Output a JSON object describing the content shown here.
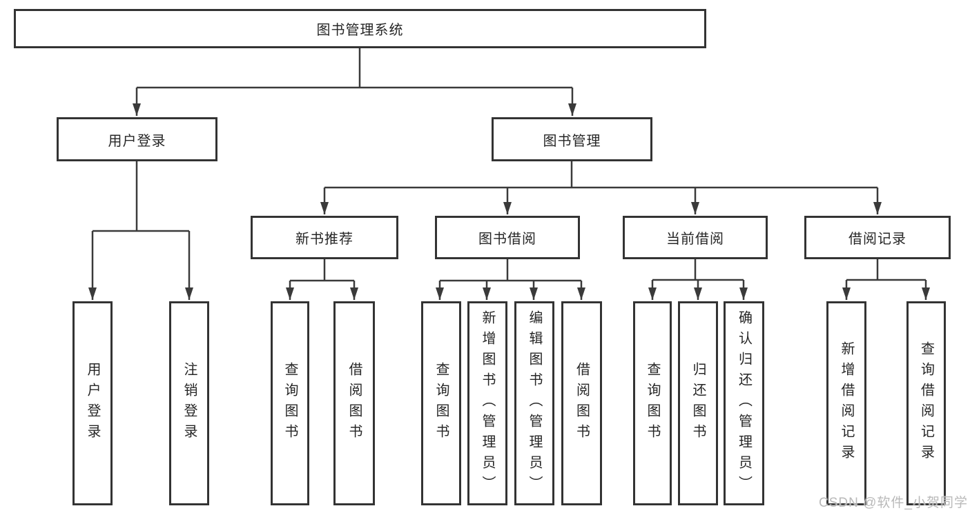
{
  "diagram": {
    "tree": {
      "root": {
        "label": "图书管理系统"
      },
      "children": [
        {
          "label": "用户登录",
          "children": [
            {
              "label": "用户登录"
            },
            {
              "label": "注销登录"
            }
          ]
        },
        {
          "label": "图书管理",
          "children": [
            {
              "label": "新书推荐",
              "children": [
                {
                  "label": "查询图书"
                },
                {
                  "label": "借阅图书"
                }
              ]
            },
            {
              "label": "图书借阅",
              "children": [
                {
                  "label": "查询图书"
                },
                {
                  "label": "新增图书（管理员）"
                },
                {
                  "label": "编辑图书（管理员）"
                },
                {
                  "label": "借阅图书"
                }
              ]
            },
            {
              "label": "当前借阅",
              "children": [
                {
                  "label": "查询图书"
                },
                {
                  "label": "归还图书"
                },
                {
                  "label": "确认归还（管理员）"
                }
              ]
            },
            {
              "label": "借阅记录",
              "children": [
                {
                  "label": "新增借阅记录"
                },
                {
                  "label": "查询借阅记录"
                }
              ]
            }
          ]
        }
      ]
    }
  },
  "watermark": {
    "text": "CSDN @软件_小贺同学"
  },
  "colors": {
    "line": "#3a3a3a",
    "box_border": "#333333",
    "text": "#262626",
    "watermark": "#b9b9b9"
  }
}
